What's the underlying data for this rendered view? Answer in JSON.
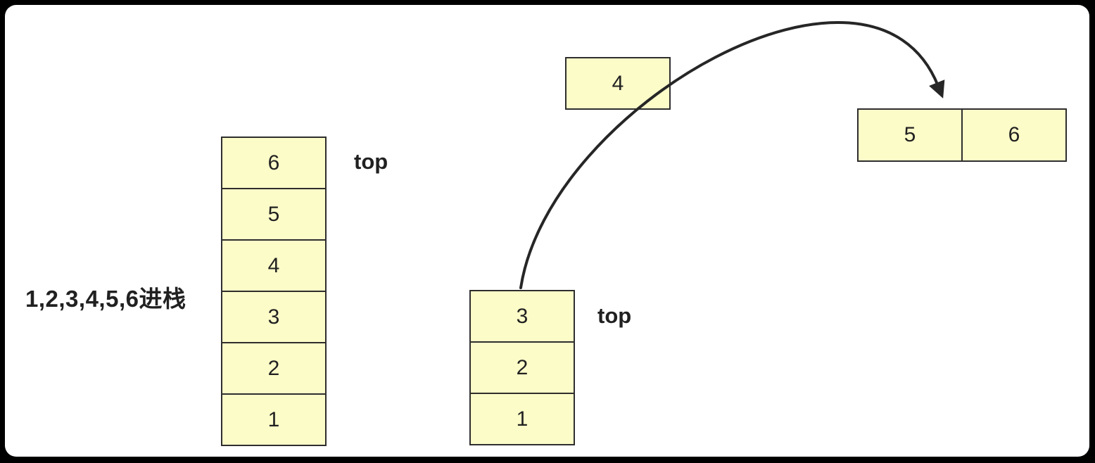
{
  "colors": {
    "frame_bg": "#000000",
    "canvas_bg": "#ffffff",
    "cell_fill": "#fcfcc9",
    "cell_border": "#2e2e2e",
    "text": "#212121",
    "arrow": "#262626"
  },
  "caption": "1,2,3,4,5,6进栈",
  "initial_stack": {
    "top_label": "top",
    "cells": [
      "6",
      "5",
      "4",
      "3",
      "2",
      "1"
    ]
  },
  "current_stack": {
    "top_label": "top",
    "cells": [
      "3",
      "2",
      "1"
    ]
  },
  "popped_cell": "4",
  "output_row": {
    "cells": [
      "5",
      "6"
    ]
  }
}
